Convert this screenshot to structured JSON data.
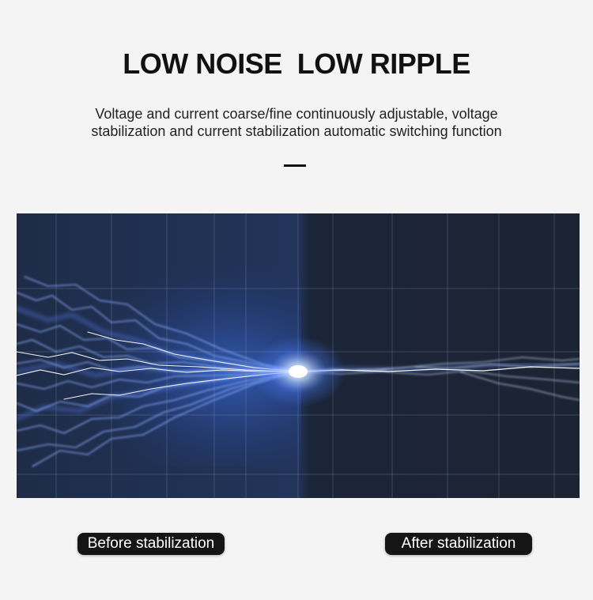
{
  "header": {
    "title": "LOW NOISE  LOW RIPPLE",
    "subtitle": "Voltage and current coarse/fine continuously adjustable, voltage stabilization and current stabilization automatic switching function"
  },
  "labels": {
    "before": "Before stabilization",
    "after": "After stabilization"
  },
  "colors": {
    "background": "#f4f4f4",
    "banner": "#1a2436",
    "lightning": "#6a8cff",
    "pill": "#151515"
  }
}
